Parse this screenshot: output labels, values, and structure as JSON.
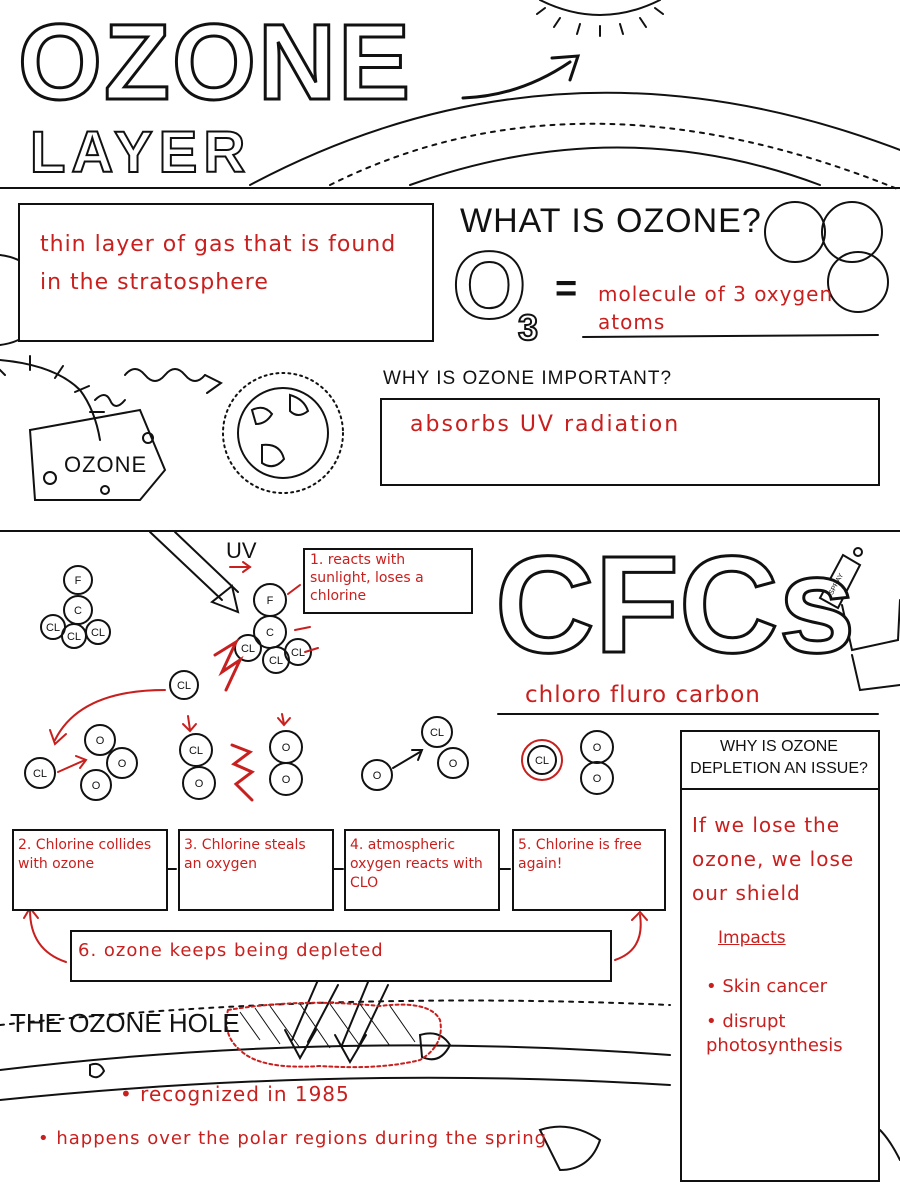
{
  "header": {
    "title_line1": "OZONE",
    "title_line2": "LAYER"
  },
  "what_is": {
    "definition": "thin layer of gas that is found in the stratosphere",
    "question": "WHAT IS OZONE?",
    "formula_letter": "O",
    "formula_sub": "3",
    "formula_equals": "=",
    "molecule_desc": "molecule of 3 oxygen atoms",
    "cheese_label": "OZONE"
  },
  "why_important": {
    "question": "WHY IS OZONE IMPORTANT?",
    "answer": "absorbs UV radiation"
  },
  "cfcs": {
    "title": "CFCs",
    "full_name": "chloro fluro carbon",
    "uv_label": "UV",
    "step1": "1. reacts with sunlight, loses a chlorine",
    "atoms": {
      "f": "F",
      "c": "C",
      "cl": "CL",
      "o": "O"
    },
    "spray_label": "SPRAY"
  },
  "steps": [
    {
      "text": "2. Chlorine collides with ozone"
    },
    {
      "text": "3. Chlorine steals an oxygen"
    },
    {
      "text": "4. atmospheric oxygen reacts with CLO"
    },
    {
      "text": "5. Chlorine is free again!"
    }
  ],
  "step6": "6. ozone keeps being depleted",
  "depletion": {
    "question": "WHY IS OZONE DEPLETION AN ISSUE?",
    "answer": "If we lose the ozone, we lose our shield",
    "impacts_title": "Impacts",
    "impacts": [
      "• Skin cancer",
      "• disrupt photosynthesis"
    ]
  },
  "hole": {
    "title": "THE OZONE HOLE",
    "facts": [
      "• recognized in 1985",
      "• happens over the polar regions during the spring"
    ]
  },
  "colors": {
    "ink": "#111111",
    "accent_red": "#c8201e"
  }
}
